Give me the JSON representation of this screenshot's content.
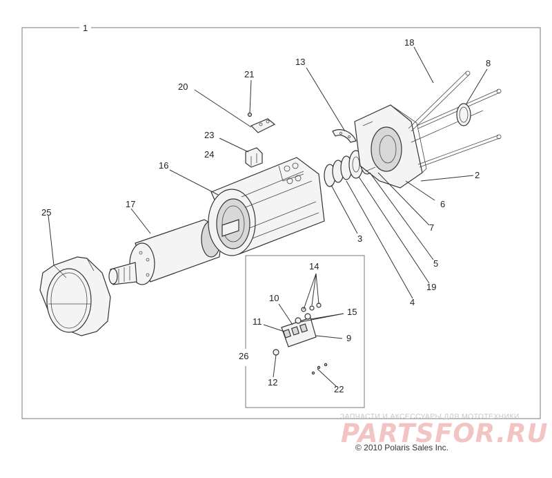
{
  "callouts": {
    "c1": "1",
    "c2": "2",
    "c3": "3",
    "c4": "4",
    "c5": "5",
    "c6": "6",
    "c7": "7",
    "c8": "8",
    "c9": "9",
    "c10": "10",
    "c11": "11",
    "c12": "12",
    "c13": "13",
    "c14": "14",
    "c15": "15",
    "c16": "16",
    "c17": "17",
    "c18": "18",
    "c19": "19",
    "c20": "20",
    "c21": "21",
    "c22": "22",
    "c23": "23",
    "c24": "24",
    "c25": "25",
    "c26": "26"
  },
  "watermark": {
    "tagline": "ЗАПЧАСТИ И АКСЕССУАРЫ ДЛЯ МОТОТЕХНИКИ",
    "logo": "PARTSFOR.RU"
  },
  "copyright": "© 2010 Polaris Sales Inc."
}
